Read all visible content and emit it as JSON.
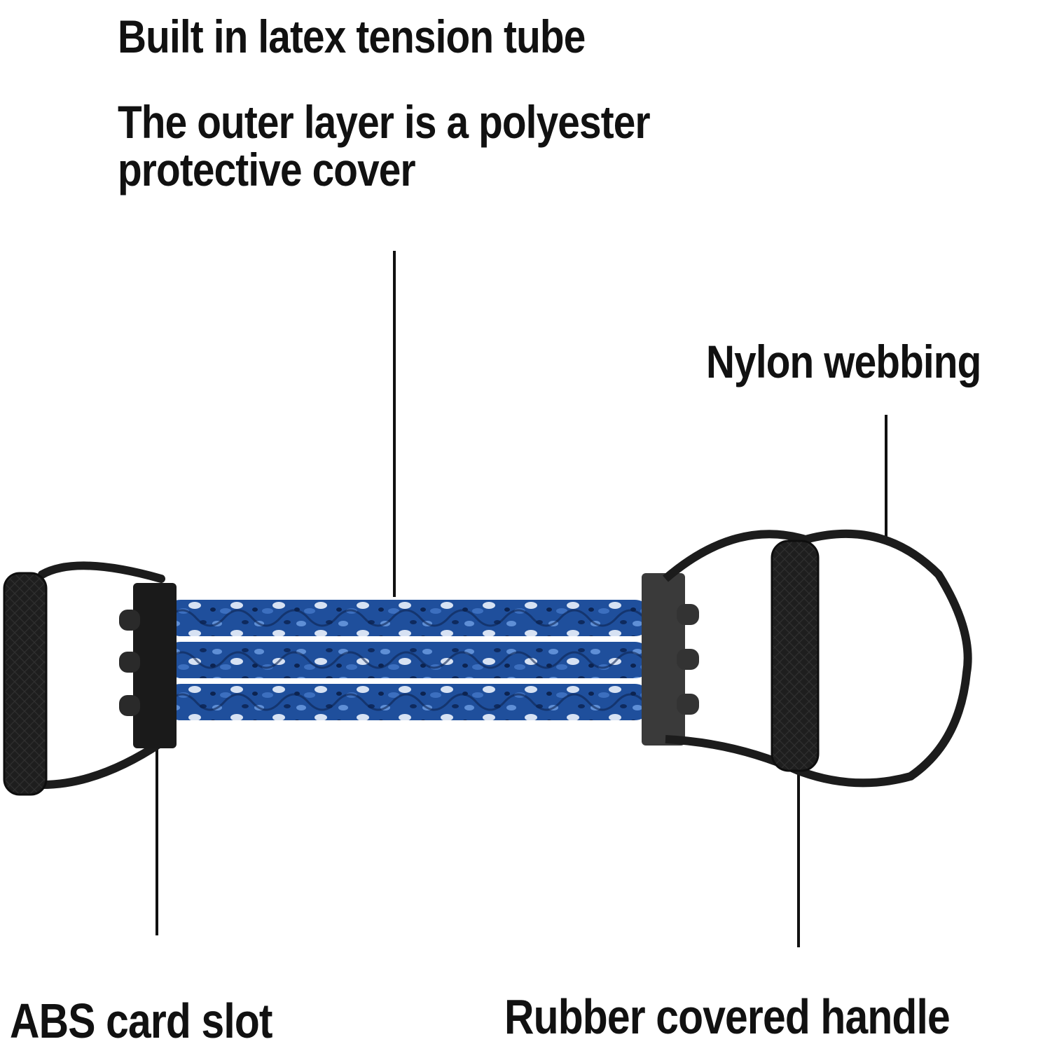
{
  "labels": {
    "tension_tube": "Built in latex tension tube",
    "protective_cover_line1": "The outer layer is a polyester",
    "protective_cover_line2": "protective cover",
    "nylon_webbing": "Nylon webbing",
    "abs_card_slot": "ABS card slot",
    "rubber_handle": "Rubber covered handle"
  },
  "colors": {
    "text": "#111111",
    "leader_line": "#111111",
    "tube_blue": "#1f4f9c",
    "handle_black": "#1e1e1e",
    "clip_grey": "#3a3a3a"
  }
}
